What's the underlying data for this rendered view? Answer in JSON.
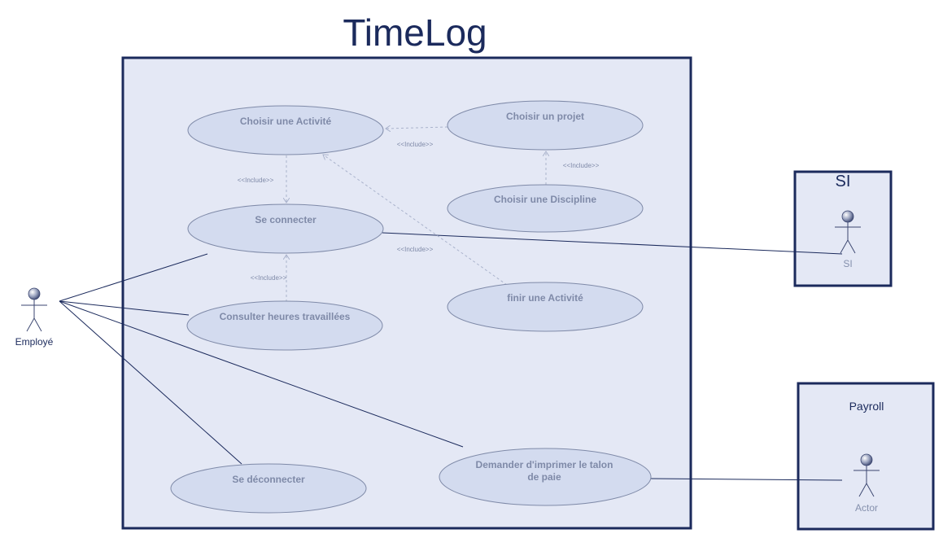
{
  "system": {
    "title": "TimeLog"
  },
  "use_cases": {
    "choisir_activite": "Choisir une Activité",
    "choisir_projet": "Choisir un projet",
    "choisir_discipline": "Choisir une Discipline",
    "se_connecter": "Se connecter",
    "finir_activite": "finir une Activité",
    "consulter_heures": "Consulter heures travaillées",
    "se_deconnecter": "Se déconnecter",
    "demander_imprimer_line1": "Demander d'imprimer le talon",
    "demander_imprimer_line2": "de paie"
  },
  "relations": {
    "include_projet_activite": "<<Include>>",
    "include_activite_connecter": "<<Include>>",
    "include_discipline_projet": "<<Include>>",
    "include_finir_activite": "<<Include>>",
    "include_consulter_connecter": "<<Include>>"
  },
  "actors": {
    "employe": "Employé",
    "si": "SI",
    "actor": "Actor"
  },
  "boxes": {
    "si_title": "SI",
    "payroll_title": "Payroll"
  },
  "colors": {
    "border": "#1b2a5c",
    "system_fill": "#e4e8f5",
    "usecase_fill": "#d3dbef",
    "usecase_stroke": "#7f8aa8",
    "text_grey": "#7f8aa8"
  }
}
